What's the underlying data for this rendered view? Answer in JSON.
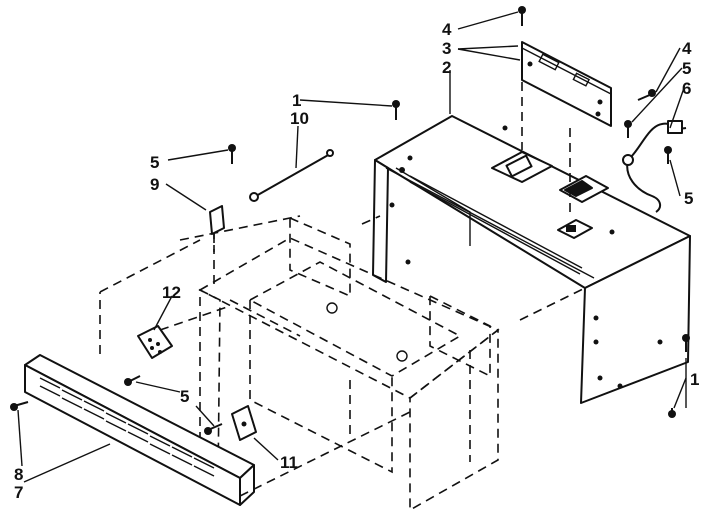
{
  "callouts": [
    {
      "id": "c1a",
      "text": "1"
    },
    {
      "id": "c1b",
      "text": "1"
    },
    {
      "id": "c2",
      "text": "2"
    },
    {
      "id": "c3",
      "text": "3"
    },
    {
      "id": "c4a",
      "text": "4"
    },
    {
      "id": "c4b",
      "text": "4"
    },
    {
      "id": "c5a",
      "text": "5"
    },
    {
      "id": "c5b",
      "text": "5"
    },
    {
      "id": "c5c",
      "text": "5"
    },
    {
      "id": "c5d",
      "text": "5"
    },
    {
      "id": "c6",
      "text": "6"
    },
    {
      "id": "c7",
      "text": "7"
    },
    {
      "id": "c8",
      "text": "8"
    },
    {
      "id": "c9",
      "text": "9"
    },
    {
      "id": "c10",
      "text": "10"
    },
    {
      "id": "c11",
      "text": "11"
    },
    {
      "id": "c12",
      "text": "12"
    }
  ]
}
